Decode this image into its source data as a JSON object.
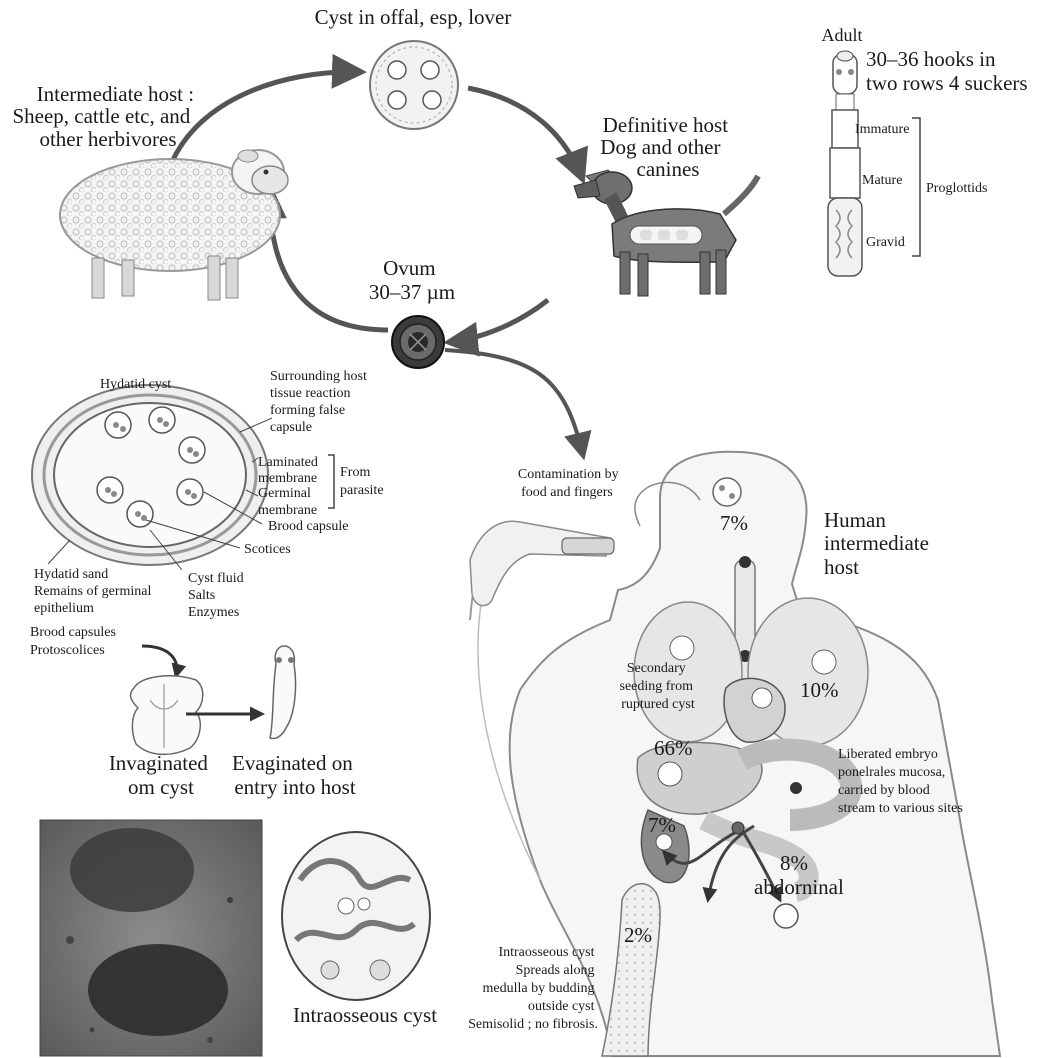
{
  "cycle": {
    "cyst_label": "Cyst in offal, esp, lover",
    "intermediate_host_lines": [
      "Intermediate host :",
      "Sheep, cattle etc, and",
      "other herbivores"
    ],
    "definitive_host_lines": [
      "Definitive host",
      "Dog and other",
      "canines"
    ],
    "ovum_lines": [
      "Ovum",
      "30–37 µm"
    ]
  },
  "adult": {
    "title": "Adult",
    "hooks_lines": [
      "30–36 hooks in",
      "two rows 4 suckers"
    ],
    "segments": [
      "Immature",
      "Mature",
      "Gravid"
    ],
    "group_label": "Proglottids"
  },
  "hydatid": {
    "title": "Hydatid cyst",
    "host_tissue_lines": [
      "Surrounding host",
      "tissue reaction",
      "forming false",
      "capsule"
    ],
    "laminated_lines": [
      "Laminated",
      "membrane"
    ],
    "germinal_lines": [
      "Germinal",
      "membrane"
    ],
    "from_parasite_lines": [
      "From",
      "parasite"
    ],
    "brood_capsule": "Brood capsule",
    "scotices": "Scotices",
    "sand_lines": [
      "Hydatid sand",
      "Remains of germinal",
      "epithelium"
    ],
    "fluid_lines": [
      "Cyst fluid",
      "Salts",
      "Enzymes"
    ]
  },
  "scolex": {
    "brood_lines": [
      "Brood capsules",
      "Protoscolices"
    ],
    "invaginated_lines": [
      "Invaginated",
      "om cyst"
    ],
    "evaginated_lines": [
      "Evaginated on",
      "entry into host"
    ]
  },
  "human": {
    "contamination_lines": [
      "Contamination by",
      "food and fingers"
    ],
    "host_lines": [
      "Human",
      "intermediate",
      "host"
    ],
    "secondary_lines": [
      "Secondary",
      "seeding from",
      "ruptured cyst"
    ],
    "liberated_lines": [
      "Liberated embryo",
      "ponelrales mucosa,",
      "carried by blood",
      "stream to various sites"
    ],
    "intraosseous_lines": [
      "Intraosseous cyst",
      "Spreads along",
      "medulla by budding",
      "outside cyst",
      "Semisolid ; no fibrosis."
    ],
    "micro_label": "Intraosseous cyst",
    "percent_brain": "7%",
    "percent_lung": "10%",
    "percent_liver": "66%",
    "percent_kidney": "7%",
    "percent_abdominal": "8%",
    "abdominal_label": "abdorninal",
    "percent_bone": "2%"
  }
}
